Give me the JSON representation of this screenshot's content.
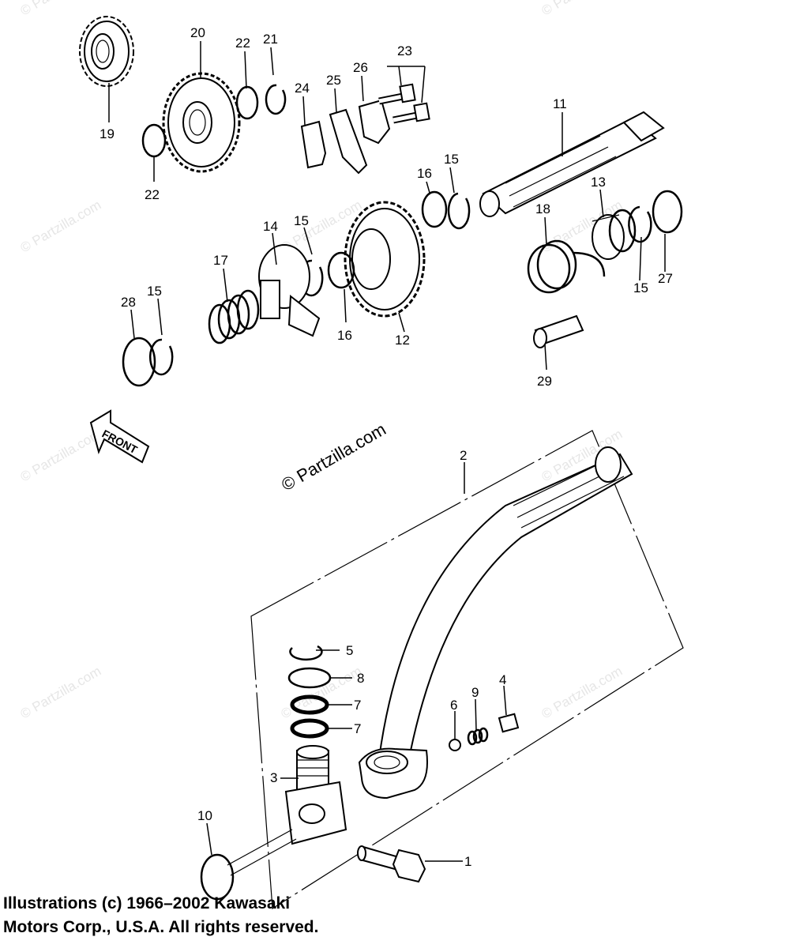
{
  "watermark_main": "© Partzilla.com",
  "watermark_faint": "© Partzilla.com",
  "front_arrow_label": "FRONT",
  "copyright": {
    "line1": "Illustrations (c) 1966–2002 Kawasaki",
    "line2": "Motors Corp., U.S.A.  All rights reserved."
  },
  "callouts": {
    "c1": "1",
    "c2": "2",
    "c3": "3",
    "c4": "4",
    "c5": "5",
    "c6": "6",
    "c7a": "7",
    "c7b": "7",
    "c8": "8",
    "c9": "9",
    "c10": "10",
    "c11": "11",
    "c12": "12",
    "c13": "13",
    "c14": "14",
    "c15a": "15",
    "c15b": "15",
    "c15c": "15",
    "c15d": "15",
    "c16a": "16",
    "c16b": "16",
    "c17": "17",
    "c18": "18",
    "c19": "19",
    "c20": "20",
    "c21": "21",
    "c22a": "22",
    "c22b": "22",
    "c23": "23",
    "c24": "24",
    "c25": "25",
    "c26": "26",
    "c27": "27",
    "c28": "28",
    "c29": "29"
  }
}
